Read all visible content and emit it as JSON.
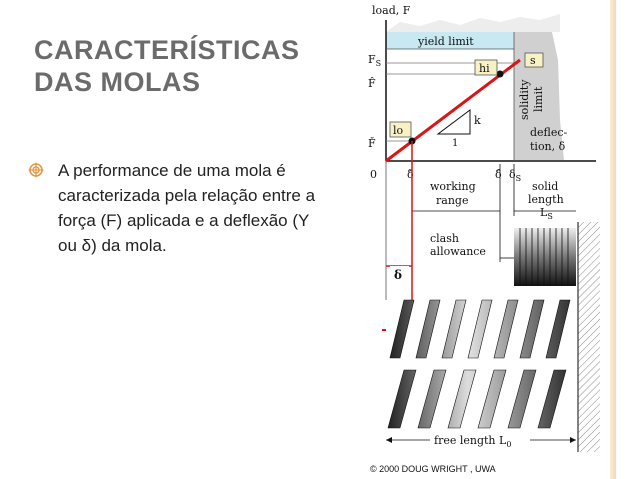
{
  "slide": {
    "title_line1": "CARACTERÍSTICAS",
    "title_line2": "DAS MOLAS",
    "bullet_text": "A performance de uma mola é caracterizada pela relação entre a força (F) aplicada e a deflexão (Y ou δ) da mola."
  },
  "figure": {
    "axis_y_label": "load, F",
    "yield_label": "yield limit",
    "label_hi": "hi",
    "label_s": "s",
    "label_lo": "lo",
    "label_k": "k",
    "label_one": "1",
    "fs_label": "F",
    "fs_sub": "S",
    "fhat_label": "F̂",
    "fcheck_label": "F̌",
    "solidity_label_1": "solidity",
    "solidity_label_2": "limit",
    "deflection_label_1": "deflec-",
    "deflection_label_2": "tion, δ",
    "origin_label": "0",
    "dcheck_label": "δ̌",
    "dhat_label": "δ̂",
    "ds_label": "δ",
    "ds_sub": "S",
    "working_range_1": "working",
    "working_range_2": "range",
    "solid_length_1": "solid",
    "solid_length_2": "length",
    "solid_length_3": "L",
    "solid_length_sub": "S",
    "clash_1": "clash",
    "clash_2": "allowance",
    "delta_marker": "δ",
    "force_marker": "F",
    "free_length": "free length L",
    "free_length_sub": "0",
    "copyright": "© 2000 DOUG WRIGHT , UWA",
    "colors": {
      "title": "#6b6b6b",
      "line": "#d91515",
      "yield_band": "#c8e8f2",
      "text": "#222222",
      "bullet": "#e29a4a"
    }
  }
}
